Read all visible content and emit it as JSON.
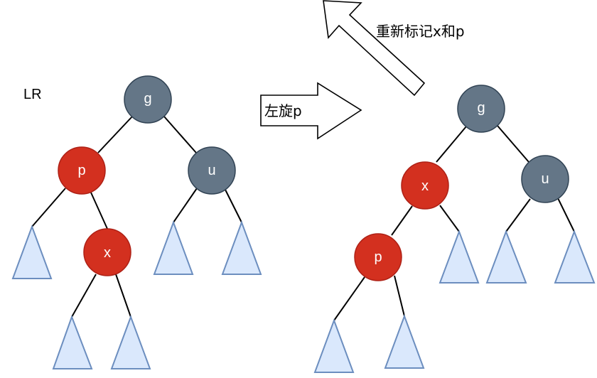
{
  "case_label": "LR",
  "step1_label": "左旋p",
  "step2_label": "重新标记x和p",
  "colors": {
    "red_node": "#d3301f",
    "black_node": "#647687",
    "subtree_fill": "#dae8fc",
    "subtree_stroke": "#6c8ebf"
  },
  "before": {
    "nodes": [
      {
        "id": "g",
        "label": "g",
        "color": "black"
      },
      {
        "id": "p",
        "label": "p",
        "color": "red"
      },
      {
        "id": "u",
        "label": "u",
        "color": "black"
      },
      {
        "id": "x",
        "label": "x",
        "color": "red"
      }
    ],
    "edges": [
      [
        "g",
        "p"
      ],
      [
        "g",
        "u"
      ],
      [
        "p",
        "t1"
      ],
      [
        "p",
        "x"
      ],
      [
        "x",
        "t2"
      ],
      [
        "x",
        "t3"
      ],
      [
        "u",
        "t4"
      ],
      [
        "u",
        "t5"
      ]
    ]
  },
  "after": {
    "nodes": [
      {
        "id": "g",
        "label": "g",
        "color": "black"
      },
      {
        "id": "x",
        "label": "x",
        "color": "red"
      },
      {
        "id": "u",
        "label": "u",
        "color": "black"
      },
      {
        "id": "p",
        "label": "p",
        "color": "red"
      }
    ],
    "edges": [
      [
        "g",
        "x"
      ],
      [
        "g",
        "u"
      ],
      [
        "x",
        "p"
      ],
      [
        "x",
        "t3"
      ],
      [
        "p",
        "t1"
      ],
      [
        "p",
        "t2"
      ],
      [
        "u",
        "t4"
      ],
      [
        "u",
        "t5"
      ]
    ]
  }
}
